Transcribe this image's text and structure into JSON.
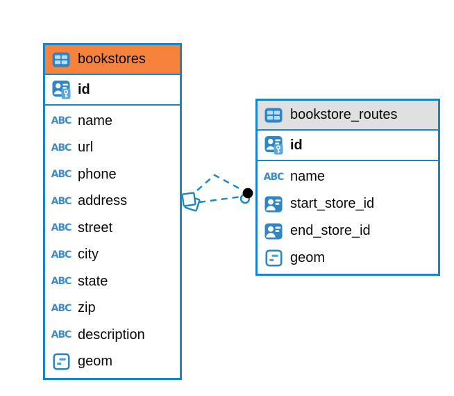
{
  "diagram": {
    "kind": "entity-relationship-diagram",
    "colors": {
      "accent_blue": "#1588CB",
      "icon_blue": "#2E86C6",
      "icon_light_cell": "#B9DCF2",
      "key_badge_blue": "#58A7DD",
      "header_orange": "#F6823C",
      "header_gray": "#E0E0E0",
      "text_black": "#0a0a0a",
      "marker_dot_black": "#000000"
    }
  },
  "tables": [
    {
      "title": "bookstores",
      "header_style": "orange",
      "header_icon": "table-icon",
      "pk": {
        "name": "id",
        "type_icon": "primary-key-icon"
      },
      "columns": [
        {
          "name": "name",
          "type_icon": "text-type-icon"
        },
        {
          "name": "url",
          "type_icon": "text-type-icon"
        },
        {
          "name": "phone",
          "type_icon": "text-type-icon"
        },
        {
          "name": "address",
          "type_icon": "text-type-icon"
        },
        {
          "name": "street",
          "type_icon": "text-type-icon"
        },
        {
          "name": "city",
          "type_icon": "text-type-icon"
        },
        {
          "name": "state",
          "type_icon": "text-type-icon"
        },
        {
          "name": "zip",
          "type_icon": "text-type-icon"
        },
        {
          "name": "description",
          "type_icon": "text-type-icon"
        },
        {
          "name": "geom",
          "type_icon": "geometry-icon"
        }
      ]
    },
    {
      "title": "bookstore_routes",
      "header_style": "gray",
      "header_icon": "table-icon",
      "pk": {
        "name": "id",
        "type_icon": "primary-key-icon"
      },
      "columns": [
        {
          "name": "name",
          "type_icon": "text-type-icon"
        },
        {
          "name": "start_store_id",
          "type_icon": "reference-icon"
        },
        {
          "name": "end_store_id",
          "type_icon": "reference-icon"
        },
        {
          "name": "geom",
          "type_icon": "geometry-icon"
        }
      ]
    }
  ],
  "relationships": {
    "from_table": "bookstores",
    "to_table": "bookstore_routes",
    "edge_count": 2,
    "line_style": "dashed",
    "from_marker": "diamond",
    "to_marker": "dot"
  },
  "icon_glyphs": {
    "text_type_letters": "ABC"
  }
}
